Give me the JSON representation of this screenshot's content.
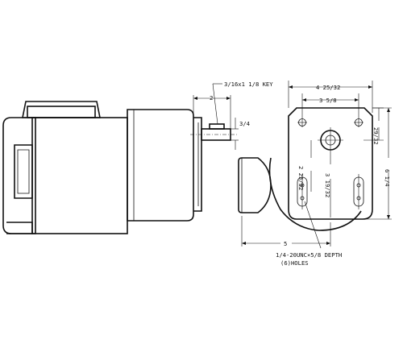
{
  "dimensions": {
    "key": "3/16x1 1/8 KEY",
    "shaft_length": "2",
    "shaft_height": "3/4",
    "overall_width": "4 25/32",
    "bolt_spacing": "3 5/8",
    "top_to_hole": "29/32",
    "overall_height": "6 1/4",
    "shaft_center_height": "2 23/32",
    "hole_vertical": "3 19/32",
    "base_width": "5",
    "holes_note_line1": "1/4-20UNC×5/8 DEPTH",
    "holes_note_line2": "(6)HOLES"
  }
}
